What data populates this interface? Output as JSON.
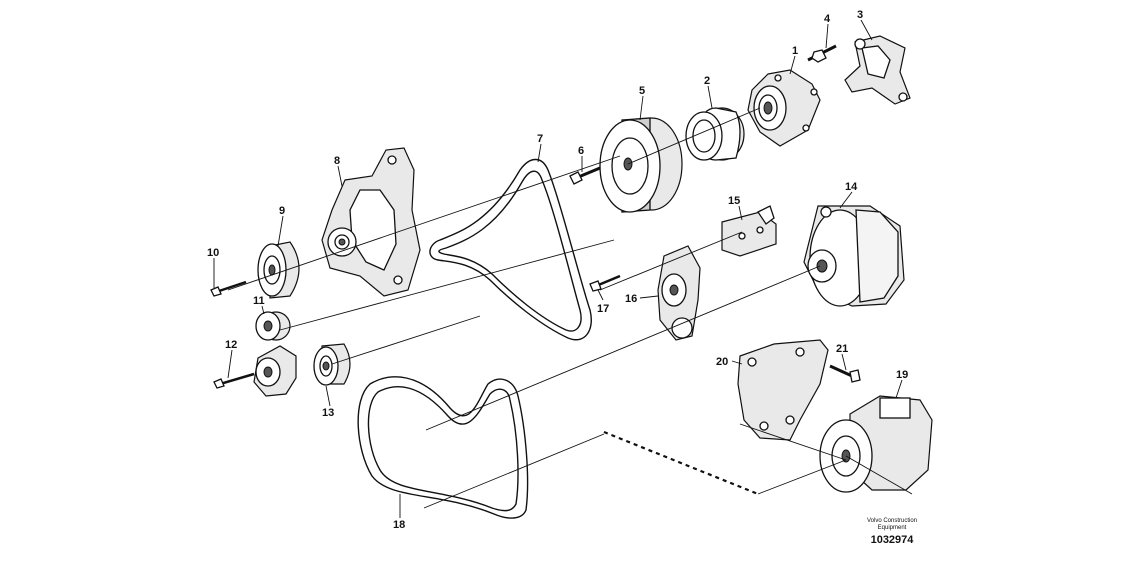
{
  "diagram": {
    "part_numbers": [
      "1",
      "2",
      "3",
      "4",
      "5",
      "6",
      "7",
      "8",
      "9",
      "10",
      "11",
      "12",
      "13",
      "14",
      "15",
      "16",
      "17",
      "18",
      "19",
      "20",
      "21"
    ],
    "brand_line1": "Volvo Construction",
    "brand_line2": "Equipment",
    "drawing_number": "1032974"
  }
}
